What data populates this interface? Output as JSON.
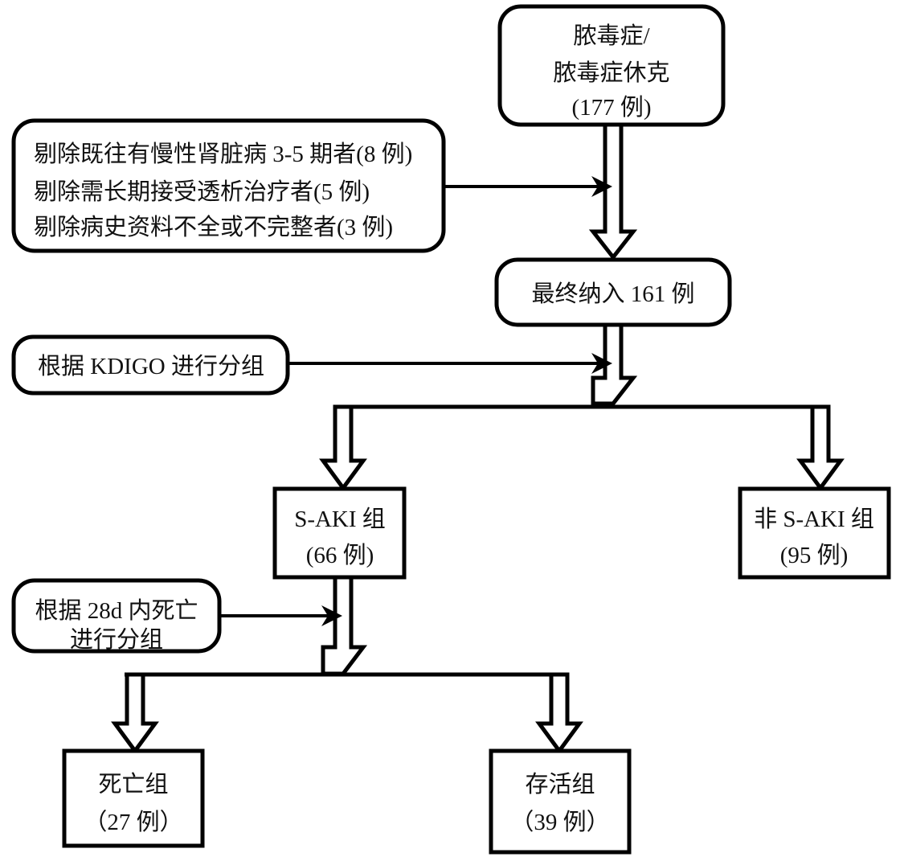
{
  "diagram": {
    "title": "Sepsis patient enrollment and grouping flowchart",
    "type": "flowchart",
    "stroke_color": "#000000",
    "fill_color": "#ffffff",
    "nodes": [
      {
        "id": "source",
        "shape": "rounded-rect",
        "lines": [
          "脓毒症/",
          "脓毒症休克",
          "(177 例)"
        ]
      },
      {
        "id": "exclusions",
        "shape": "rounded-rect",
        "lines": [
          "剔除既往有慢性肾脏病 3-5 期者(8 例)",
          "剔除需长期接受透析治疗者(5 例)",
          "剔除病史资料不全或不完整者(3 例)"
        ]
      },
      {
        "id": "enrolled",
        "shape": "rounded-rect",
        "lines": [
          "最终纳入 161 例"
        ]
      },
      {
        "id": "kdigo",
        "shape": "rounded-rect",
        "lines": [
          "根据 KDIGO 进行分组"
        ]
      },
      {
        "id": "saki",
        "shape": "rect",
        "lines": [
          "S-AKI 组",
          "(66 例)"
        ]
      },
      {
        "id": "non-saki",
        "shape": "rect",
        "lines": [
          "非 S-AKI 组",
          "(95 例)"
        ]
      },
      {
        "id": "mortality-grouping",
        "shape": "rounded-rect",
        "lines": [
          "根据 28d 内死亡",
          "进行分组"
        ]
      },
      {
        "id": "death",
        "shape": "rect",
        "lines": [
          "死亡组",
          "（27 例）"
        ]
      },
      {
        "id": "survival",
        "shape": "rect",
        "lines": [
          "存活组",
          "（39 例）"
        ]
      }
    ],
    "edges": [
      {
        "from": "source",
        "to": "enrolled",
        "style": "hollow-block-arrow"
      },
      {
        "from": "exclusions",
        "to": "source-enrolled-link",
        "style": "thin-arrow"
      },
      {
        "from": "enrolled",
        "to": "split-1",
        "style": "hollow-block-arrow"
      },
      {
        "from": "kdigo",
        "to": "enrolled-split-link",
        "style": "thin-arrow"
      },
      {
        "from": "split-1",
        "to": "saki",
        "style": "hollow-block-arrow"
      },
      {
        "from": "split-1",
        "to": "non-saki",
        "style": "hollow-block-arrow"
      },
      {
        "from": "saki",
        "to": "split-2",
        "style": "hollow-block-arrow"
      },
      {
        "from": "mortality-grouping",
        "to": "saki-split-link",
        "style": "thin-arrow"
      },
      {
        "from": "split-2",
        "to": "death",
        "style": "hollow-block-arrow"
      },
      {
        "from": "split-2",
        "to": "survival",
        "style": "hollow-block-arrow"
      }
    ]
  }
}
